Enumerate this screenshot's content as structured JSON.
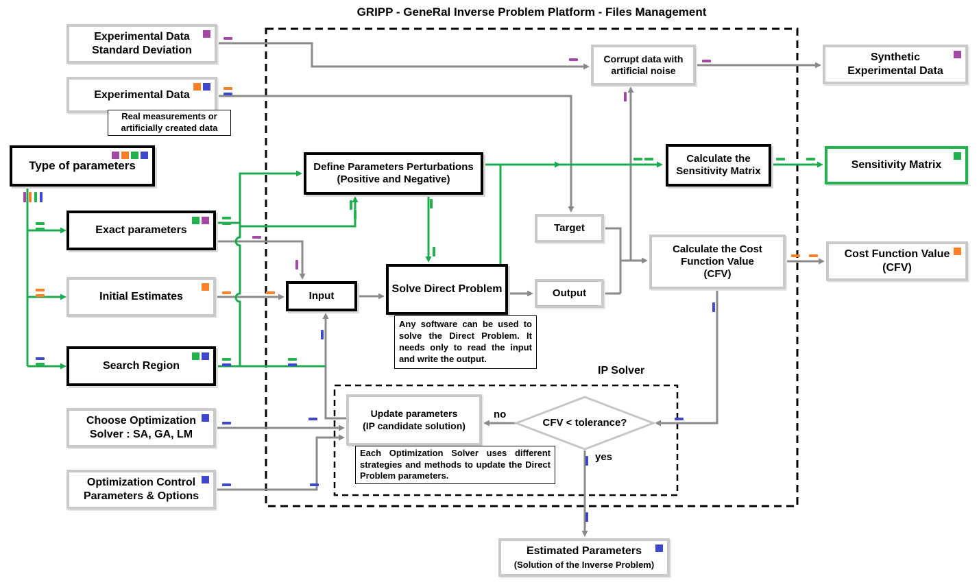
{
  "title": "GRIPP - GeneRal Inverse Problem Platform - Files Management",
  "colors": {
    "purple": "#a349a4",
    "orange": "#ff7f27",
    "green": "#22b14c",
    "blue": "#3f48cc",
    "gray_line": "#8a8a8a",
    "green_line": "#1daa4e"
  },
  "boxes": {
    "expdata_std": {
      "label": "Experimental Data\nStandard Deviation"
    },
    "expdata": {
      "label": "Experimental Data"
    },
    "note_exp": {
      "label": "Real measurements or artificially created data"
    },
    "type_params": {
      "label": "Type of parameters"
    },
    "exact_params": {
      "label": "Exact parameters"
    },
    "initial_est": {
      "label": "Initial Estimates"
    },
    "search_region": {
      "label": "Search Region"
    },
    "choose_opt": {
      "label": "Choose Optimization\nSolver : SA, GA, LM"
    },
    "opt_control": {
      "label": "Optimization Control\nParameters & Options"
    },
    "corrupt": {
      "label": "Corrupt data with\nartificial noise"
    },
    "define_pert": {
      "label": "Define Parameters Perturbations\n(Positive and Negative)"
    },
    "calc_sens": {
      "label": "Calculate the\nSensitivity Matrix"
    },
    "target": {
      "label": "Target"
    },
    "output": {
      "label": "Output"
    },
    "input": {
      "label": "Input"
    },
    "solve_direct": {
      "label": "Solve Direct Problem"
    },
    "note_solve": {
      "label": "Any software can be used to solve the Direct Problem. It needs only to read the input and write the output."
    },
    "calc_cfv": {
      "label": "Calculate the Cost\nFunction Value\n(CFV)"
    },
    "update_params": {
      "label": "Update parameters\n(IP candidate solution)"
    },
    "note_update": {
      "label": "Each Optimization Solver uses different strategies and methods to update the Direct Problem parameters."
    },
    "decision": {
      "label": "CFV < tolerance?"
    },
    "synthetic": {
      "label": "Synthetic\nExperimental Data"
    },
    "sens_matrix": {
      "label": "Sensitivity Matrix"
    },
    "cfv_file": {
      "label": "Cost Function Value\n(CFV)"
    },
    "estimated": {
      "label": "Estimated Parameters",
      "sublabel": "(Solution of the Inverse Problem)"
    }
  },
  "labels": {
    "ip_solver": "IP Solver",
    "no": "no",
    "yes": "yes"
  }
}
